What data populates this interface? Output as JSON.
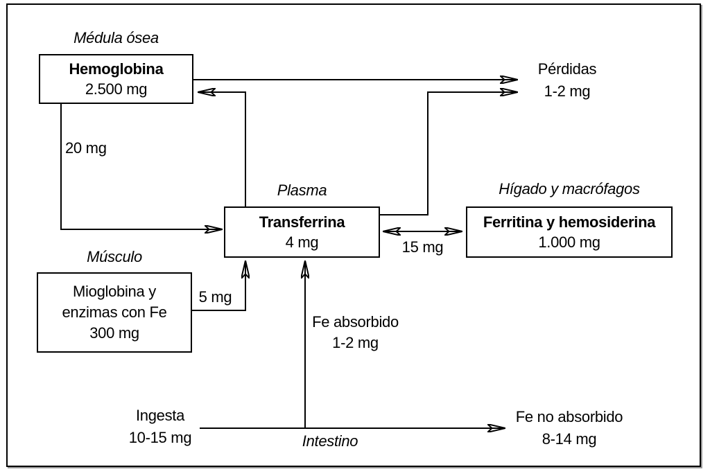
{
  "regions": {
    "medula_osea": "Médula ósea",
    "plasma": "Plasma",
    "higado_y_macrofagos": "Hígado y macrófagos",
    "musculo": "Músculo",
    "intestino": "Intestino"
  },
  "nodes": {
    "hemoglobina": {
      "title": "Hemoglobina",
      "amount": "2.500 mg"
    },
    "transferrina": {
      "title": "Transferrina",
      "amount": "4 mg"
    },
    "ferritina": {
      "title": "Ferritina y hemosiderina",
      "amount": "1.000 mg"
    },
    "mioglobina": {
      "line1": "Mioglobina y",
      "line2": "enzimas con Fe",
      "amount": "300 mg"
    }
  },
  "flows": {
    "perdidas": {
      "line1": "Pérdidas",
      "line2": "1-2 mg"
    },
    "hemoglobina_a_transferrina": "20 mg",
    "mioglobina_a_transferrina": "5 mg",
    "transferrina_ferritina": "15 mg",
    "fe_absorbido": {
      "line1": "Fe absorbido",
      "line2": "1-2 mg"
    },
    "ingesta": {
      "line1": "Ingesta",
      "line2": "10-15 mg"
    },
    "fe_no_absorbido": {
      "line1": "Fe no absorbido",
      "line2": "8-14 mg"
    }
  },
  "colors": {
    "line": "#000000",
    "background": "#ffffff",
    "text": "#000000"
  }
}
